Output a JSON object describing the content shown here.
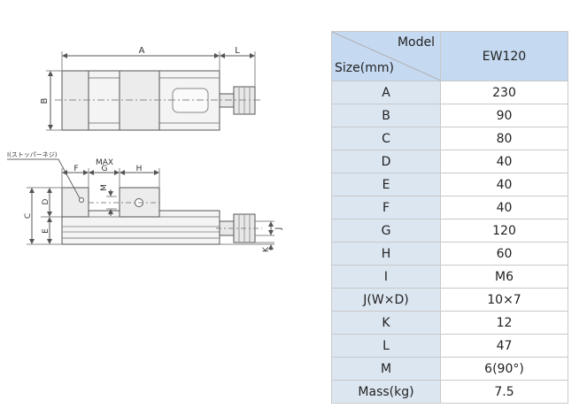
{
  "drawing": {
    "top_view": {
      "dim_A": "A",
      "dim_L": "L",
      "dim_B": "B"
    },
    "front_view": {
      "stopper_label": "I(ストッパーネジ)",
      "dim_max": "MAX",
      "dim_F": "F",
      "dim_G": "G",
      "dim_H": "H",
      "dim_M": "M",
      "dim_C": "C",
      "dim_D": "D",
      "dim_E": "E",
      "dim_J": "J",
      "dim_K": "K"
    }
  },
  "spec_table": {
    "header_model": "Model",
    "header_size": "Size(mm)",
    "model_name": "EW120",
    "rows": [
      {
        "key": "A",
        "value": "230"
      },
      {
        "key": "B",
        "value": "90"
      },
      {
        "key": "C",
        "value": "80"
      },
      {
        "key": "D",
        "value": "40"
      },
      {
        "key": "E",
        "value": "40"
      },
      {
        "key": "F",
        "value": "40"
      },
      {
        "key": "G",
        "value": "120"
      },
      {
        "key": "H",
        "value": "60"
      },
      {
        "key": "I",
        "value": "M6"
      },
      {
        "key": "J(W×D)",
        "value": "10×7"
      },
      {
        "key": "K",
        "value": "12"
      },
      {
        "key": "L",
        "value": "47"
      },
      {
        "key": "M",
        "value": "6(90°)"
      },
      {
        "key": "Mass(kg)",
        "value": "7.5"
      }
    ]
  }
}
